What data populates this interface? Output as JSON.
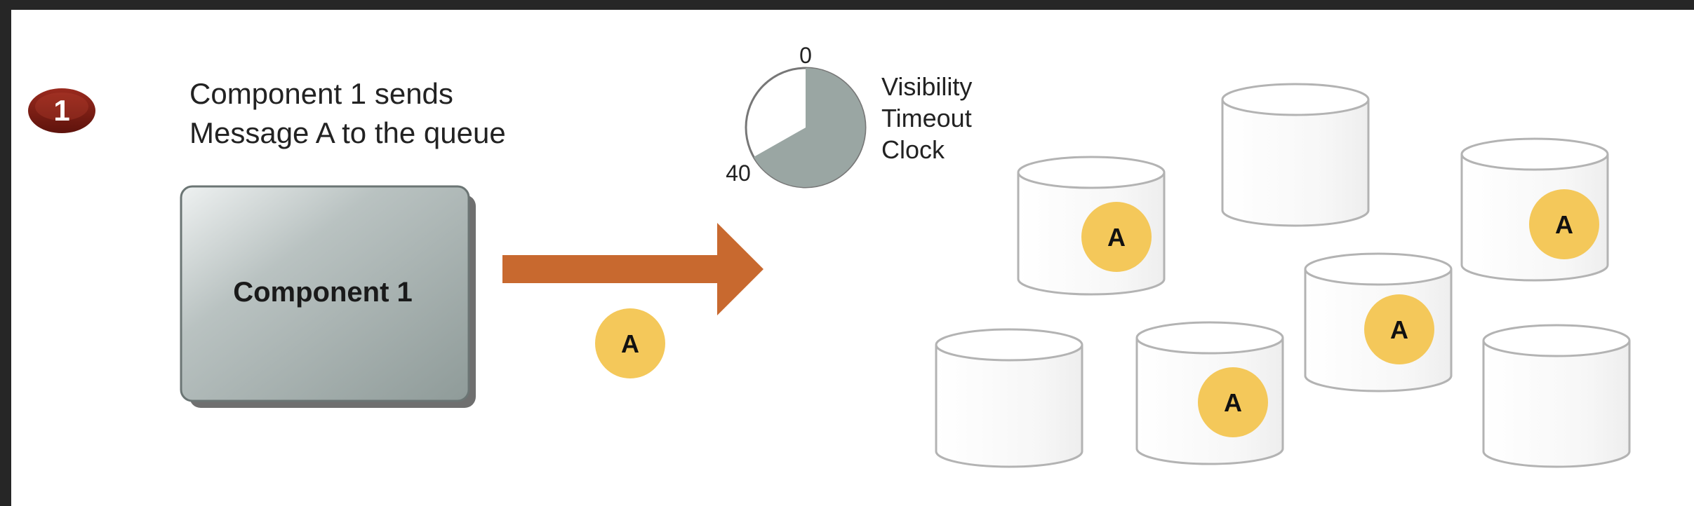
{
  "step": {
    "number": "1",
    "description_line1": "Component 1 sends",
    "description_line2": "Message A to the queue"
  },
  "component": {
    "label": "Component 1"
  },
  "message": {
    "label": "A"
  },
  "clock": {
    "top_label": "0",
    "bottom_label": "40",
    "caption_line1": "Visibility",
    "caption_line2": "Timeout",
    "caption_line3": "Clock"
  },
  "colors": {
    "step_badge": "#7b1d14",
    "arrow": "#c8692f",
    "message_token": "#f4c85a",
    "clock_fill": "#9aa6a3",
    "component_box": "#a9b3b1"
  }
}
